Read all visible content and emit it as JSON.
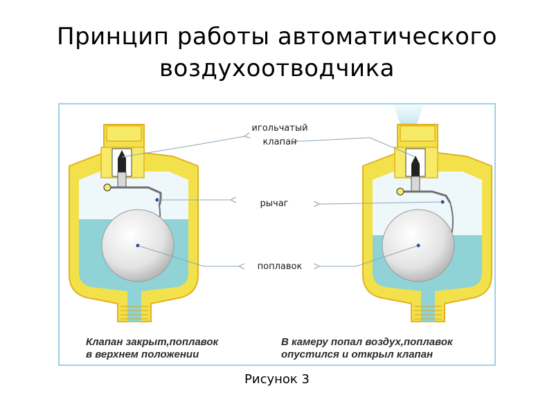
{
  "slide": {
    "title_line1": "Принцип работы автоматического",
    "title_line2": "воздухоотводчика",
    "caption": "Рисунок 3"
  },
  "diagram": {
    "labels": {
      "needle_valve_line1": "игольчатый",
      "needle_valve_line2": "клапан",
      "lever": "рычаг",
      "float": "поплавок"
    },
    "left_state": {
      "line1": "Клапан закрыт,поплавок",
      "line2": "в верхнем положении"
    },
    "right_state": {
      "line1": "В камеру попал воздух,поплавок",
      "line2": "опустился и открыл клапан"
    },
    "colors": {
      "housing": "#f2e14a",
      "housing_stroke": "#e2b21e",
      "water": "#8fd3d6",
      "air": "#eef8fb",
      "border": "#9fd0e4",
      "float": "#e8e8e8",
      "leader": "#8aa4b8"
    }
  }
}
